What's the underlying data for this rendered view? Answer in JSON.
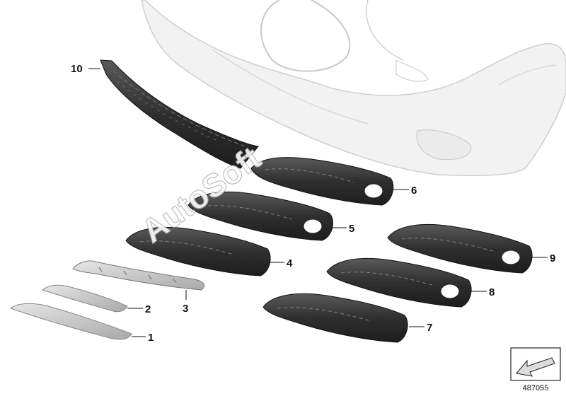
{
  "diagram": {
    "callouts": [
      {
        "id": "1",
        "label": "1"
      },
      {
        "id": "2",
        "label": "2"
      },
      {
        "id": "3",
        "label": "3"
      },
      {
        "id": "4",
        "label": "4"
      },
      {
        "id": "5",
        "label": "5"
      },
      {
        "id": "6",
        "label": "6"
      },
      {
        "id": "7",
        "label": "7"
      },
      {
        "id": "8",
        "label": "8"
      },
      {
        "id": "9",
        "label": "9"
      },
      {
        "id": "10",
        "label": "10"
      }
    ],
    "watermark": "AutoSoft",
    "reference_number": "487055",
    "colors": {
      "bumper_fill": "#f2f2f2",
      "bumper_stroke": "#cfcfcf",
      "grille_dark": "#2e2e2e",
      "trim_light": "#d0d0d0",
      "line": "#111111"
    }
  }
}
